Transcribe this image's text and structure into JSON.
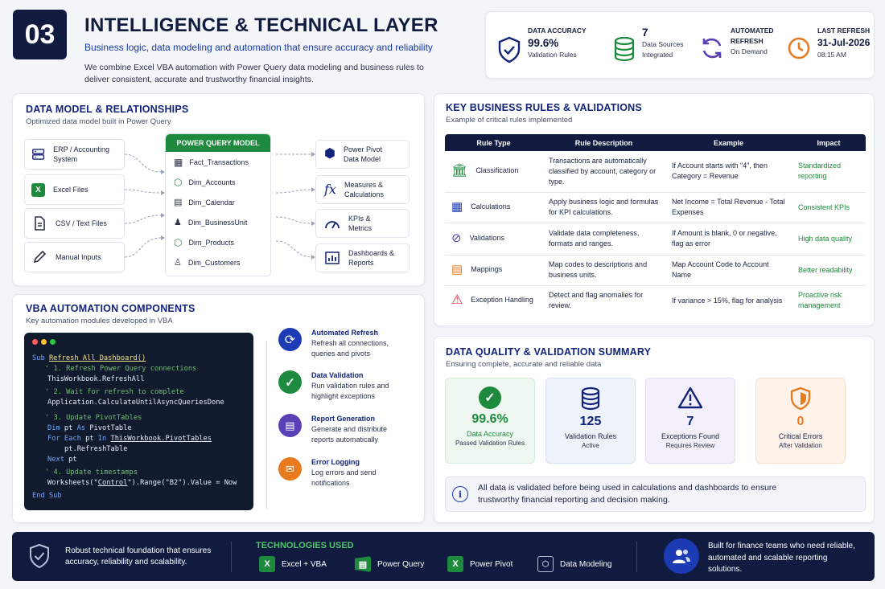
{
  "header": {
    "number": "03",
    "title": "INTELLIGENCE & TECHNICAL LAYER",
    "subtitle": "Business logic, data modeling and automation that ensure accuracy and reliability",
    "description": "We combine Excel VBA automation with Power Query data modeling and business rules to deliver consistent, accurate and trustworthy financial insights."
  },
  "kpis": [
    {
      "title": "DATA ACCURACY",
      "value": "99.6%",
      "sub": "Validation Rules",
      "icon": "shield-check-icon"
    },
    {
      "value": "7",
      "sub": "Data Sources Integrated",
      "icon": "database-icon"
    },
    {
      "title": "AUTOMATED REFRESH",
      "sub": "On Demand",
      "icon": "refresh-icon"
    },
    {
      "title": "LAST REFRESH",
      "value": "31-Jul-2026",
      "sub": "08:15 AM",
      "icon": "clock-icon"
    }
  ],
  "data_model": {
    "title": "DATA MODEL & RELATIONSHIPS",
    "subtitle": "Optimized data model built in Power Query",
    "sources": [
      "ERP / Accounting System",
      "Excel Files",
      "CSV / Text Files",
      "Manual Inputs"
    ],
    "model_title": "POWER QUERY MODEL",
    "tables": [
      "Fact_Transactions",
      "Dim_Accounts",
      "Dim_Calendar",
      "Dim_BusinessUnit",
      "Dim_Products",
      "Dim_Customers"
    ],
    "outputs": [
      "Power Pivot Data Model",
      "Measures & Calculations",
      "KPIs & Metrics",
      "Dashboards & Reports"
    ]
  },
  "vba": {
    "title": "VBA AUTOMATION COMPONENTS",
    "subtitle": "Key automation modules developed in VBA",
    "code": {
      "sub": "Sub",
      "sub_name": "Refresh_All_Dashboard()",
      "c1": "' 1. Refresh Power Query connections",
      "l1": "ThisWorkbook.RefreshAll",
      "c2": "' 2. Wait for refresh to complete",
      "l2": "Application.CalculateUntilAsyncQueriesDone",
      "c3": "' 3. Update PivotTables",
      "dim": "Dim",
      "dim_rest": " pt ",
      "as": "As",
      "pivot": " PivotTable",
      "foreach": "For Each",
      "pt": " pt ",
      "in": "In",
      "pivots": "ThisWorkbook.PivotTables",
      "l4": "pt.RefreshTable",
      "next": "Next",
      "next_rest": " pt",
      "c4": "' 4. Update timestamps",
      "ws": "Worksheets(\"",
      "ctrl": "Control",
      "ws2": "\").Range(\"B2\").Value = Now",
      "endsub": "End Sub"
    },
    "components": [
      {
        "title": "Automated Refresh",
        "desc": "Refresh all connections, queries and pivots"
      },
      {
        "title": "Data Validation",
        "desc": "Run validation rules and highlight exceptions"
      },
      {
        "title": "Report Generation",
        "desc": "Generate and distribute reports automatically"
      },
      {
        "title": "Error Logging",
        "desc": "Log errors and send notifications"
      }
    ]
  },
  "rules": {
    "title": "KEY BUSINESS RULES & VALIDATIONS",
    "subtitle": "Example of critical rules implemented",
    "headers": [
      "Rule Type",
      "Rule Description",
      "Example",
      "Impact"
    ],
    "rows": [
      {
        "type": "Classification",
        "desc": "Transactions are automatically classified by account, category or type.",
        "example": "If Account starts with \"4\", then Category = Revenue",
        "impact": "Standardized reporting"
      },
      {
        "type": "Calculations",
        "desc": "Apply business logic and formulas for KPI calculations.",
        "example": "Net Income = Total Revenue - Total Expenses",
        "impact": "Consistent KPIs"
      },
      {
        "type": "Validations",
        "desc": "Validate data completeness, formats and ranges.",
        "example": "If Amount is blank, 0 or negative, flag as error",
        "impact": "High data quality"
      },
      {
        "type": "Mappings",
        "desc": "Map codes to descriptions and business units.",
        "example": "Map Account Code to Account Name",
        "impact": "Better readability"
      },
      {
        "type": "Exception Handling",
        "desc": "Detect and flag anomalies for review.",
        "example": "If variance > 15%, flag for analysis",
        "impact": "Proactive risk management"
      }
    ]
  },
  "quality": {
    "title": "DATA QUALITY & VALIDATION SUMMARY",
    "subtitle": "Ensuring complete, accurate and reliable data",
    "boxes": [
      {
        "value": "99.6%",
        "label": "Data Accuracy",
        "sub": "Passed Validation Rules"
      },
      {
        "value": "125",
        "label": "Validation Rules",
        "sub": "Active"
      },
      {
        "value": "7",
        "label": "Exceptions Found",
        "sub": "Requires Review"
      },
      {
        "value": "0",
        "label": "Critical Errors",
        "sub": "After Validation"
      }
    ],
    "note": "All data is validated before being used in calculations and dashboards to ensure trustworthy financial reporting and decision making."
  },
  "footer": {
    "left": "Robust technical foundation that ensures accuracy, reliability and scalability.",
    "tech_title": "TECHNOLOGIES USED",
    "tech": [
      "Excel + VBA",
      "Power Query",
      "Power Pivot",
      "Data Modeling"
    ],
    "right": "Built for finance teams who need reliable, automated and scalable reporting solutions."
  },
  "colors": {
    "navy": "#101b3f",
    "blue": "#13237a",
    "green": "#1e8a3e",
    "purple": "#5b3fb5",
    "orange": "#e87b1e"
  }
}
